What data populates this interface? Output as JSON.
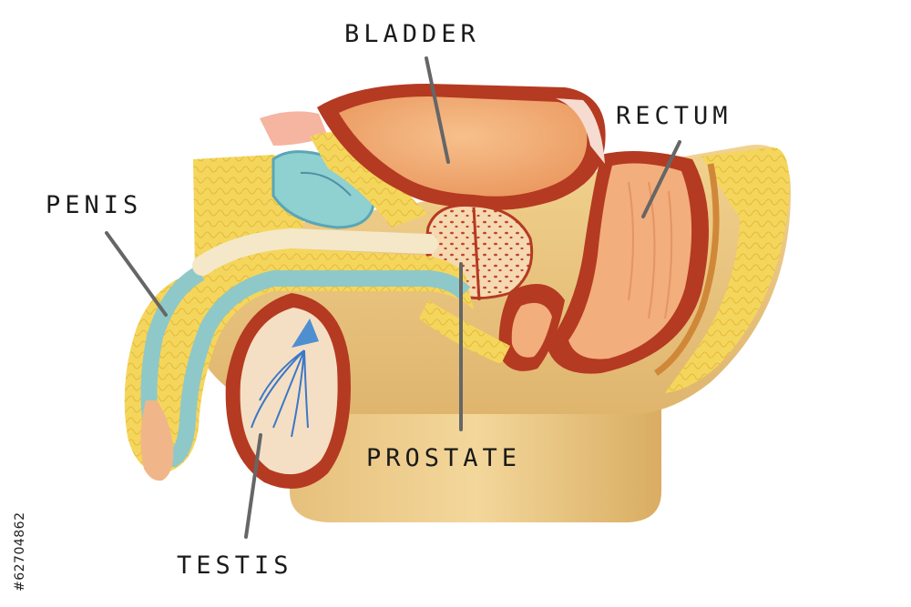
{
  "labels": {
    "bladder": "BLADDER",
    "rectum": "RECTUM",
    "penis": "PENIS",
    "prostate": "PROSTATE",
    "testis": "TESTIS"
  },
  "watermark_id": "#62704862",
  "colors": {
    "leader_line": "#666666",
    "stand": "#e8c47a",
    "fat_layer": "#f2d35a",
    "muscle_wall": "#b53a22",
    "organ_interior": "#f2a46e",
    "pale_tissue": "#f4e8c8",
    "blue_tissue": "#8fd0d0"
  }
}
